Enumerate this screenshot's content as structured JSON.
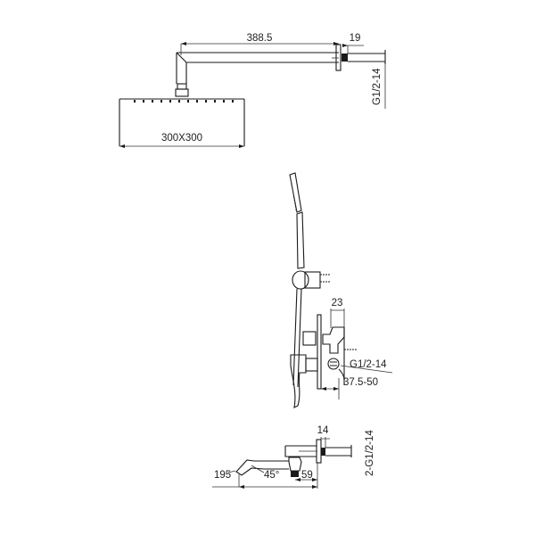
{
  "drawing": {
    "title": "Concealed shower system dimension drawing",
    "colors": {
      "line": "#1a1a1a",
      "text": "#222222",
      "background": "#ffffff"
    },
    "overhead_shower": {
      "arm_length_label": "388.5",
      "flange_depth_label": "19",
      "thread_label": "G1/2-14",
      "head_size_label": "300X300"
    },
    "mixer": {
      "valve_depth_label": "23",
      "inlet_thread_label": "G1/2-14",
      "wall_depth_label": "37.5-50"
    },
    "spout": {
      "flange_label": "14",
      "thread_label": "2-G1/2-14",
      "length_label": "195",
      "angle_label": "45°",
      "offset_label": "59"
    }
  }
}
